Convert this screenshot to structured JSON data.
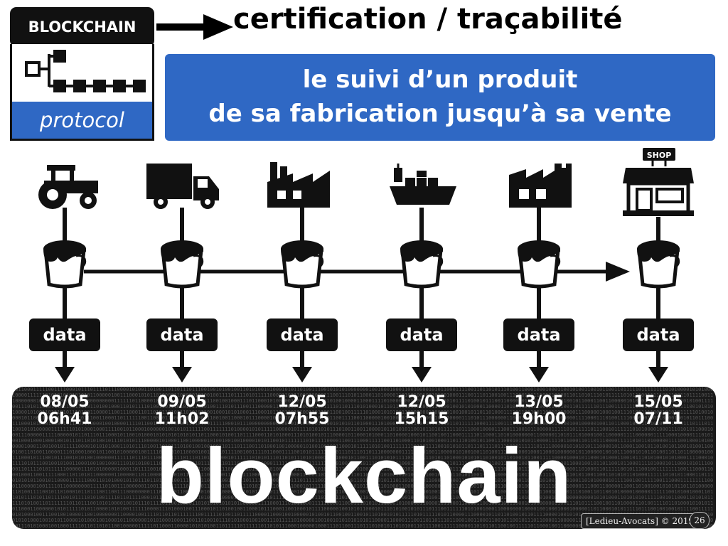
{
  "header": {
    "badge": "BLOCKCHAIN",
    "protocol": "protocol",
    "title": "certification / traçabilité"
  },
  "subtitle": {
    "line1": "le suivi d’un produit",
    "line2": "de sa fabrication jusqu’à sa vente"
  },
  "steps": [
    {
      "icon": "tractor-icon",
      "data_label": "data",
      "date": "08/05",
      "time": "06h41"
    },
    {
      "icon": "truck-icon",
      "data_label": "data",
      "date": "09/05",
      "time": "11h02"
    },
    {
      "icon": "factory-icon",
      "data_label": "data",
      "date": "12/05",
      "time": "07h55"
    },
    {
      "icon": "ship-icon",
      "data_label": "data",
      "date": "12/05",
      "time": "15h15"
    },
    {
      "icon": "factory-icon",
      "data_label": "data",
      "date": "13/05",
      "time": "19h00"
    },
    {
      "icon": "shop-icon",
      "data_label": "data",
      "date": "15/05",
      "time": "07/11",
      "sign": "SHOP"
    }
  ],
  "chain": {
    "word": "blockchain",
    "copyright": "[Ledieu-Avocats] © 2019",
    "page": "26"
  }
}
